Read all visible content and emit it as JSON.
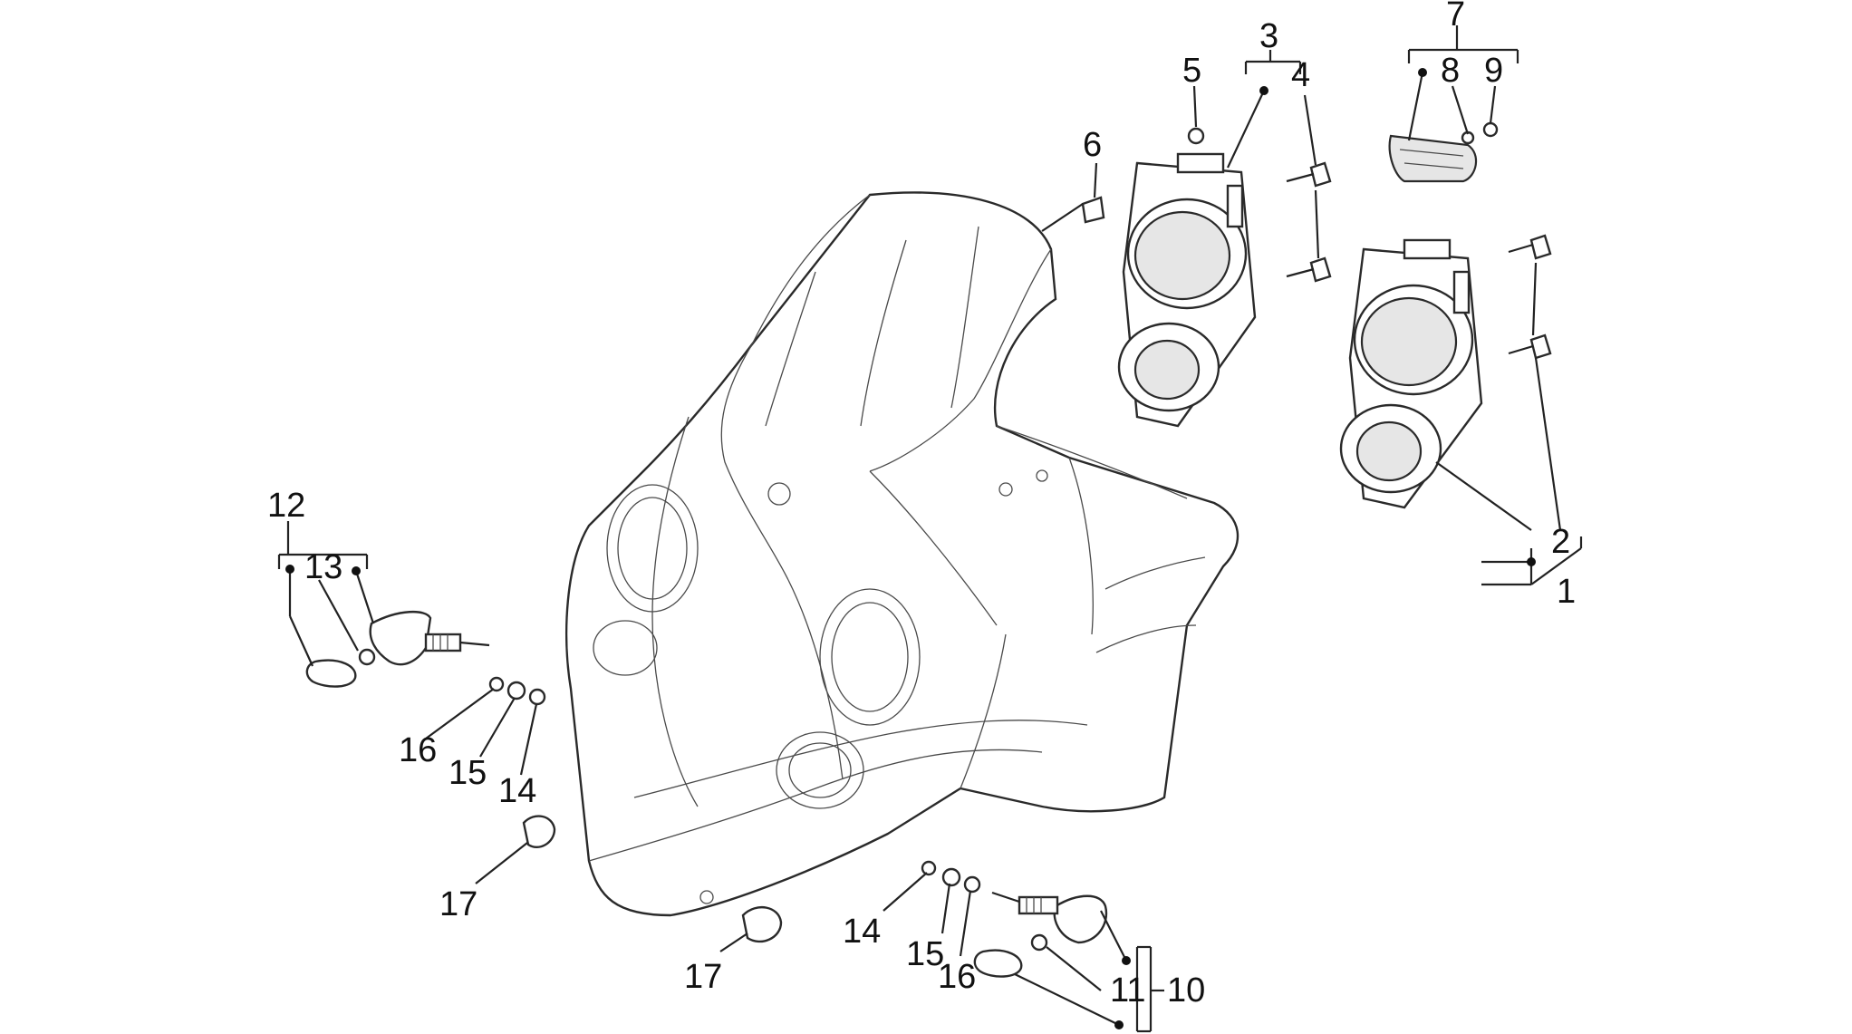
{
  "callouts": {
    "c1": "1",
    "c2": "2",
    "c3": "3",
    "c4": "4",
    "c5": "5",
    "c6": "6",
    "c7": "7",
    "c8": "8",
    "c9": "9",
    "c10": "10",
    "c11": "11",
    "c12": "12",
    "c13": "13",
    "c14a": "14",
    "c15a": "15",
    "c16a": "16",
    "c17a": "17",
    "c14b": "14",
    "c15b": "15",
    "c16b": "16",
    "c17b": "17"
  },
  "colors": {
    "line": "#222222",
    "background": "#ffffff"
  }
}
